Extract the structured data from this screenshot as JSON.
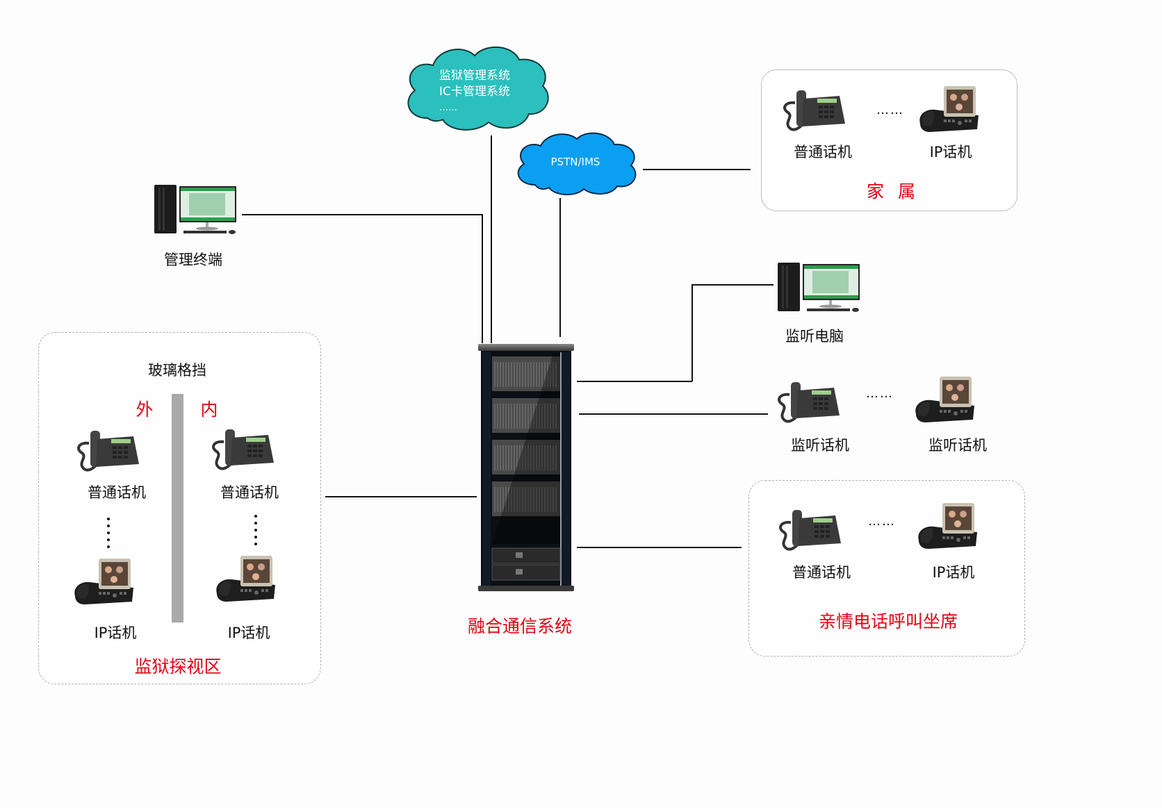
{
  "clouds": {
    "management_systems": {
      "lines": [
        "监狱管理系统",
        "IC卡管理系统",
        "……"
      ],
      "color": "#2bbfbd"
    },
    "pstn": {
      "label": "PSTN/IMS",
      "color": "#0a9ff0"
    }
  },
  "management_terminal": {
    "label": "管理终端"
  },
  "family_group": {
    "title": "家 属",
    "phones": [
      {
        "type": "analog",
        "label": "普通话机"
      },
      {
        "type": "ip",
        "label": "IP话机"
      }
    ],
    "ellipsis": "……"
  },
  "monitor_pc": {
    "label": "监听电脑"
  },
  "monitor_phones": {
    "phones": [
      {
        "type": "analog",
        "label": "监听话机"
      },
      {
        "type": "ip",
        "label": "监听话机"
      }
    ],
    "ellipsis": "……"
  },
  "call_seat_group": {
    "title": "亲情电话呼叫坐席",
    "phones": [
      {
        "type": "analog",
        "label": "普通话机"
      },
      {
        "type": "ip",
        "label": "IP话机"
      }
    ],
    "ellipsis": "……"
  },
  "visit_area": {
    "title": "监狱探视区",
    "partition_label": "玻璃格挡",
    "outside_label": "外",
    "inside_label": "内",
    "outside_phones": [
      {
        "type": "analog",
        "label": "普通话机"
      },
      {
        "type": "ip",
        "label": "IP话机"
      }
    ],
    "inside_phones": [
      {
        "type": "analog",
        "label": "普通话机"
      },
      {
        "type": "ip",
        "label": "IP话机"
      }
    ]
  },
  "core_system": {
    "label": "融合通信系统"
  },
  "colors": {
    "accent_red": "#e60012",
    "line": "#111111",
    "glass_partition": "#a9a9a9"
  }
}
